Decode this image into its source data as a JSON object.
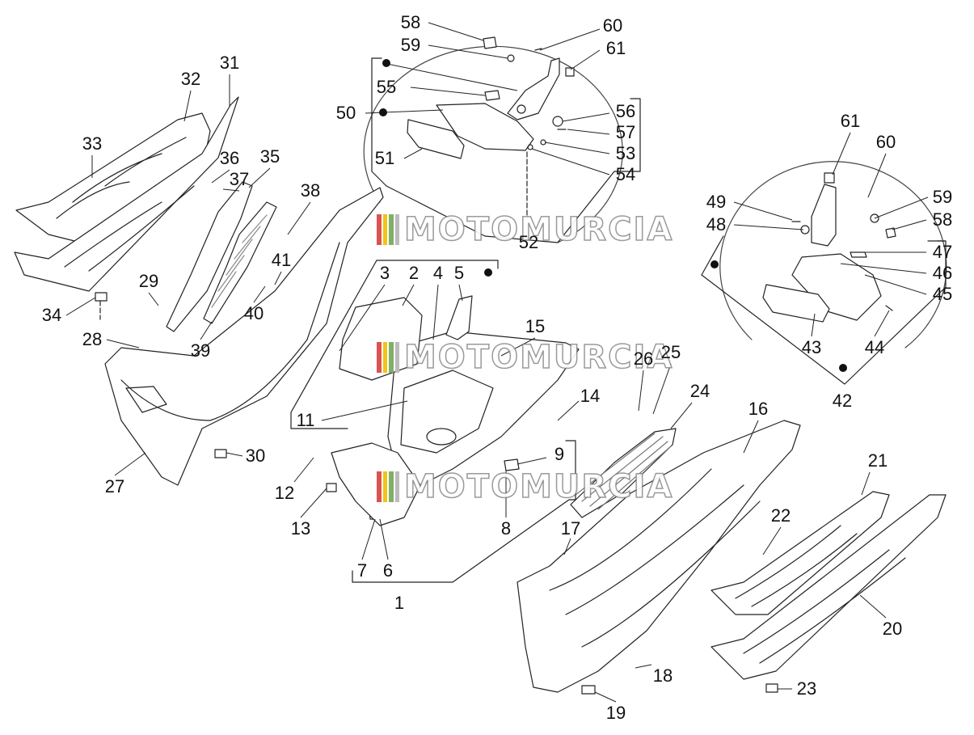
{
  "watermark": {
    "text": "MOTOMURCIA",
    "stripe_colors": [
      "#d9534f",
      "#f0c419",
      "#7fb069",
      "#bbbbbb"
    ]
  },
  "colors": {
    "line": "#222222",
    "part_fill": "#ffffff",
    "leader": "#222222"
  },
  "labels": {
    "l1": "1",
    "l2": "2",
    "l3": "3",
    "l4": "4",
    "l5": "5",
    "l6": "6",
    "l7": "7",
    "l8": "8",
    "l9": "9",
    "l11": "11",
    "l12": "12",
    "l13": "13",
    "l14": "14",
    "l15": "15",
    "l16": "16",
    "l17": "17",
    "l18": "18",
    "l19": "19",
    "l20": "20",
    "l21": "21",
    "l22": "22",
    "l23": "23",
    "l24": "24",
    "l25": "25",
    "l26": "26",
    "l27": "27",
    "l28": "28",
    "l29": "29",
    "l30": "30",
    "l31": "31",
    "l32": "32",
    "l33": "33",
    "l34": "34",
    "l35": "35",
    "l36": "36",
    "l37": "37",
    "l38": "38",
    "l39": "39",
    "l40": "40",
    "l41": "41",
    "l42": "42",
    "l43": "43",
    "l44": "44",
    "l45": "45",
    "l46": "46",
    "l47": "47",
    "l48": "48",
    "l49": "49",
    "l50": "50",
    "l51": "51",
    "l52": "52",
    "l53": "53",
    "l54": "54",
    "l55": "55",
    "l56": "56",
    "l57": "57",
    "l58": "58",
    "l59": "59",
    "l60": "60",
    "l61": "61",
    "r58": "58",
    "r59": "59",
    "r60": "60",
    "r61": "61"
  }
}
